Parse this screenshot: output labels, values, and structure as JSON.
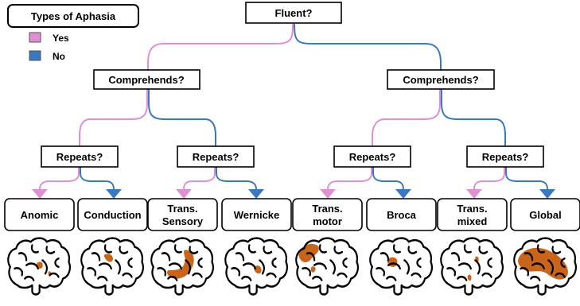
{
  "title": "Types of Aphasia",
  "legend": [
    {
      "label": "Yes",
      "color": "#e090d0"
    },
    {
      "label": "No",
      "color": "#3a78c2"
    }
  ],
  "root": "Fluent?",
  "level2": [
    "Comprehends?",
    "Comprehends?"
  ],
  "level3": [
    "Repeats?",
    "Repeats?",
    "Repeats?",
    "Repeats?"
  ],
  "types": [
    {
      "lines": [
        "Anomic"
      ],
      "lesion": "anomic"
    },
    {
      "lines": [
        "Conduction"
      ],
      "lesion": "conduction"
    },
    {
      "lines": [
        "Trans.",
        "Sensory"
      ],
      "lesion": "trans-sensory"
    },
    {
      "lines": [
        "Wernicke"
      ],
      "lesion": "wernicke"
    },
    {
      "lines": [
        "Trans.",
        "motor"
      ],
      "lesion": "trans-motor"
    },
    {
      "lines": [
        "Broca"
      ],
      "lesion": "broca"
    },
    {
      "lines": [
        "Trans.",
        "mixed"
      ],
      "lesion": "trans-mixed"
    },
    {
      "lines": [
        "Global"
      ],
      "lesion": "global"
    }
  ],
  "colors": {
    "yes": "#e090d0",
    "no": "#3a78c2",
    "lesion": "#c8651b",
    "outline": "#000000"
  }
}
